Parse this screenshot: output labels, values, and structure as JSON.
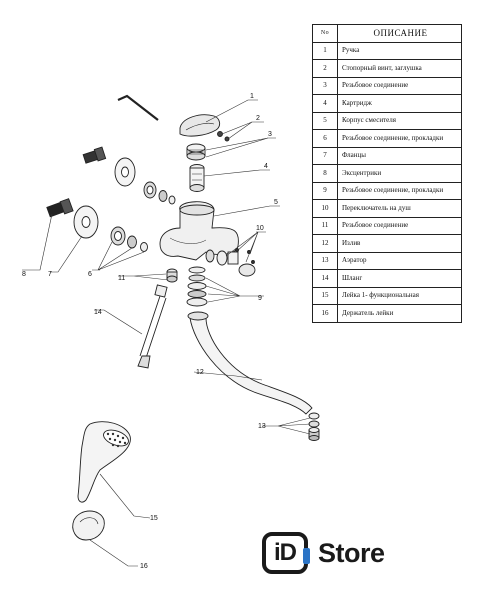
{
  "table": {
    "header_no": "No",
    "header_desc": "ОПИСАНИЕ",
    "rows": [
      {
        "no": "1",
        "desc": "Ручка"
      },
      {
        "no": "2",
        "desc": "Стопорный винт, заглушка"
      },
      {
        "no": "3",
        "desc": "Резьбовое соединение"
      },
      {
        "no": "4",
        "desc": "Картридж"
      },
      {
        "no": "5",
        "desc": "Корпус смесителя"
      },
      {
        "no": "6",
        "desc": "Резьбовое соединение, прокладки"
      },
      {
        "no": "7",
        "desc": "Фланцы"
      },
      {
        "no": "8",
        "desc": "Эксцентрики"
      },
      {
        "no": "9",
        "desc": "Резьбовое соединение, прокладки"
      },
      {
        "no": "10",
        "desc": "Переключатель на душ"
      },
      {
        "no": "11",
        "desc": "Резьбовое соединение"
      },
      {
        "no": "12",
        "desc": "Излив"
      },
      {
        "no": "13",
        "desc": "Аэратор"
      },
      {
        "no": "14",
        "desc": "Шланг"
      },
      {
        "no": "15",
        "desc": "Лейка 1- функциональная"
      },
      {
        "no": "16",
        "desc": "Держатель лейки"
      }
    ]
  },
  "callouts": [
    "1",
    "2",
    "3",
    "4",
    "5",
    "6",
    "7",
    "8",
    "9",
    "10",
    "11",
    "12",
    "13",
    "14",
    "15",
    "16"
  ],
  "logo": {
    "mark": "iD",
    "text": "Store",
    "accent_color": "#2b74c6"
  }
}
